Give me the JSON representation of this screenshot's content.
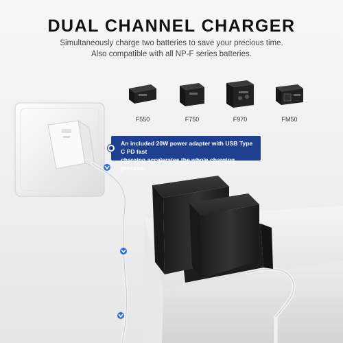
{
  "header": {
    "title": "DUAL CHANNEL CHARGER",
    "subtitle_line1": "Simultaneously charge two batteries to save your precious time.",
    "subtitle_line2": "Also compatible with all NP-F series batteries."
  },
  "batteries": [
    {
      "label": "F550",
      "icon": "small-battery-icon"
    },
    {
      "label": "F750",
      "icon": "medium-battery-icon"
    },
    {
      "label": "F970",
      "icon": "large-battery-icon"
    },
    {
      "label": "FM50",
      "icon": "compact-battery-icon"
    }
  ],
  "callout": {
    "line1": "An included 20W power adapter with USB Type C PD fast",
    "line2": "charging accelerates the whole charging process."
  },
  "colors": {
    "accent": "#1f3f8f",
    "arrow": "#2a6fd6",
    "battery": "#2b2b2b"
  }
}
